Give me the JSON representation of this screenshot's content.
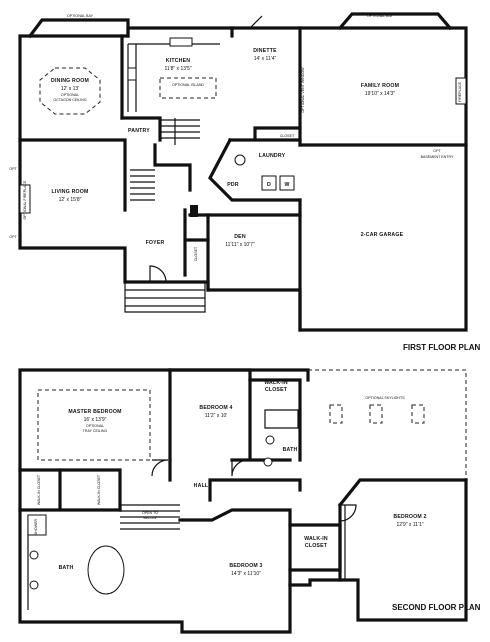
{
  "first_floor": {
    "title": "FIRST FLOOR PLAN",
    "optional_bay_left": "OPTIONAL BAY",
    "optional_bay_right": "OPTIONAL BAY",
    "opt_left_top": "OPT",
    "opt_left_bottom": "OPT",
    "opt_fireplace": "OPTIONAL FIREPLACE",
    "fireplace": "FIREPLACE",
    "opt_right": "OPT",
    "opt_right_note": "BASEMENT ENTRY",
    "opt_vent": "OPTIONAL VENT WINDOW",
    "optional_island": "OPTIONAL ISLAND",
    "rooms": {
      "dining_name": "DINING ROOM",
      "dining_dim": "12' x 13'",
      "dining_note1": "OPTIONAL",
      "dining_note2": "OCTAGON CEILING",
      "kitchen_name": "KITCHEN",
      "kitchen_dim": "11'8\" x 13'5\"",
      "dinette_name": "DINETTE",
      "dinette_dim": "14' x 11'4\"",
      "family_name": "FAMILY ROOM",
      "family_dim": "19'10\" x 14'3\"",
      "pantry": "PANTRY",
      "closet_laundry": "CLOSET",
      "laundry": "LAUNDRY",
      "pdr": "PDR",
      "d": "D",
      "w": "W",
      "living_name": "LIVING ROOM",
      "living_dim": "12' x 15'8\"",
      "foyer": "FOYER",
      "closet_foyer": "CLOSET",
      "den_name": "DEN",
      "den_dim": "11'11\" x 10'7\"",
      "garage": "2-CAR GARAGE"
    }
  },
  "second_floor": {
    "title": "SECOND FLOOR PLAN",
    "optional_skylights": "OPTIONAL SKYLIGHTS",
    "rooms": {
      "master_name": "MASTER BEDROOM",
      "master_dim": "16' x 13'9\"",
      "master_note1": "OPTIONAL",
      "master_note2": "TRAY CEILING",
      "bed4_name": "BEDROOM 4",
      "bed4_dim": "11'2\" x 10'",
      "walkin_top": "WALK-IN",
      "walkin_top2": "CLOSET",
      "bath_hall": "BATH",
      "hall": "HALL",
      "walkin_left": "WALK-IN CLOSET",
      "walkin_mid": "WALK-IN CLOSET",
      "open_to": "OPEN TO",
      "below": "BELOW",
      "shower": "SHOWER",
      "bath_master": "BATH",
      "bed3_name": "BEDROOM 3",
      "bed3_dim": "14'3\" x 11'10\"",
      "walkin_right": "WALK-IN",
      "walkin_right2": "CLOSET",
      "bed2_name": "BEDROOM 2",
      "bed2_dim": "12'9\" x 11'1\""
    }
  }
}
